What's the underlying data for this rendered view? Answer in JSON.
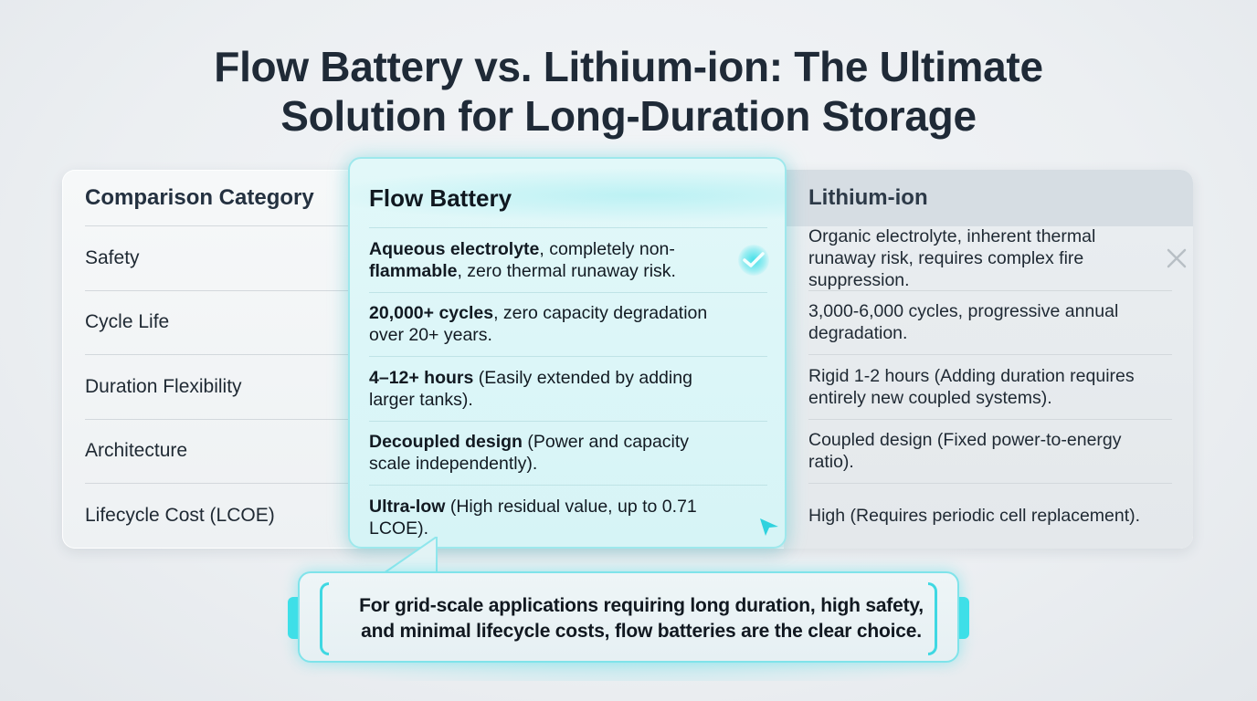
{
  "title": {
    "line1": "Flow Battery vs. Lithium-ion: The Ultimate",
    "line2": "Solution for Long-Duration Storage"
  },
  "table": {
    "headers": {
      "category": "Comparison Category",
      "flow": "Flow Battery",
      "lithium": "Lithium-ion"
    },
    "rows": [
      {
        "category": "Safety",
        "flow_bold": "Aqueous electrolyte",
        "flow_rest": ", completely non-",
        "flow_bold2": "flammable",
        "flow_rest2": ", zero thermal runaway risk.",
        "lithium": "Organic electrolyte, inherent thermal runaway risk, requires complex fire suppression."
      },
      {
        "category": "Cycle Life",
        "flow_bold": "20,000+ cycles",
        "flow_rest": ", zero capacity degradation over 20+ years.",
        "lithium": "3,000-6,000 cycles, progressive annual degradation."
      },
      {
        "category": "Duration Flexibility",
        "flow_bold": "4–12+ hours",
        "flow_rest": " (Easily extended by adding larger tanks).",
        "lithium": "Rigid 1-2 hours (Adding duration requires entirely new coupled systems)."
      },
      {
        "category": "Architecture",
        "flow_bold": "Decoupled design",
        "flow_rest": " (Power and capacity scale independently).",
        "lithium": "Coupled design (Fixed power-to-energy ratio)."
      },
      {
        "category": "Lifecycle Cost (LCOE)",
        "flow_bold": "Ultra-low",
        "flow_rest": " (High residual value, up to 0.71 LCOE).",
        "lithium": "High (Requires periodic cell replacement)."
      }
    ]
  },
  "icons": {
    "flow_safety": "check-icon",
    "lithium_safety": "x-icon",
    "cursor": "cursor-icon"
  },
  "conclusion": {
    "line1": "For grid-scale applications requiring long duration, high safety,",
    "line2": "and minimal lifecycle costs, flow batteries are the clear choice."
  },
  "colors": {
    "accent_cyan": "#3fe0e8",
    "flow_bg": "#dcf6f8",
    "lithium_header_bg": "#d6dde3",
    "title_text": "#1f2a37"
  }
}
